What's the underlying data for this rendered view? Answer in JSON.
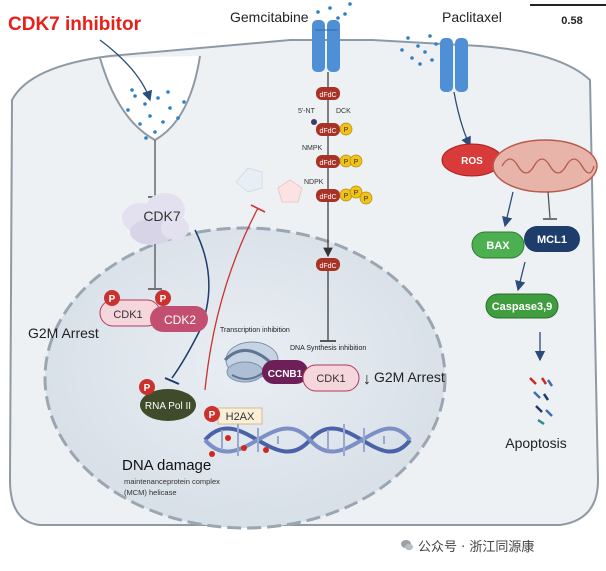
{
  "title": "CDK7 inhibitor",
  "drugs": {
    "gemcitabine": "Gemcitabine",
    "paclitaxel": "Paclitaxel"
  },
  "scale_value": "0.58",
  "cdk7": "CDK7",
  "left_complex": {
    "p": "P",
    "cdk1": "CDK1",
    "cdk2": "CDK2",
    "arrest": "G2M Arrest"
  },
  "rna_pol": {
    "p": "P",
    "label": "RNA Pol II"
  },
  "h2ax": {
    "p": "P",
    "label": "H2AX"
  },
  "dna_damage": {
    "title": "DNA damage",
    "sub1": "maintenanceprotein complex",
    "sub2": "(MCM) helicase"
  },
  "transcription_inhibition": "Transcription inhibition",
  "dna_synthesis_inhibition": "DNA Synthesis inhibition",
  "gem_pathway": {
    "dfdc": "dFdC",
    "nt_label": "5'-NT",
    "dck_label": "DCK",
    "nmpk_label": "NMPK",
    "ndpk_label": "NDPK",
    "p": "P"
  },
  "center_complex": {
    "ccnb1": "CCNB1",
    "cdk1": "CDK1",
    "arrest": "G2M Arrest"
  },
  "apoptosis_pathway": {
    "ros": "ROS",
    "bax": "BAX",
    "mcl1": "MCL1",
    "caspase": "Caspase3,9",
    "apoptosis": "Apoptosis"
  },
  "watermark": "公众号 · 浙江同源康",
  "colors": {
    "title_red": "#e8201a",
    "receptor_blue": "#4f8fd6",
    "dfdc_red": "#a83226",
    "phosphate_yellow": "#f2c21b",
    "p_circle_red": "#c9322f",
    "cdk1_pink": "#f6d6dd",
    "cdk2_pink": "#c24f6f",
    "rna_pol_dark": "#3f4b2a",
    "ccnb1_purple": "#6e1f57",
    "ros_red": "#d93a3a",
    "bax_green": "#4caf50",
    "mcl1_navy": "#1f3d6b",
    "caspase_green": "#3f9d3f",
    "dna_blue": "#4a63a8"
  }
}
